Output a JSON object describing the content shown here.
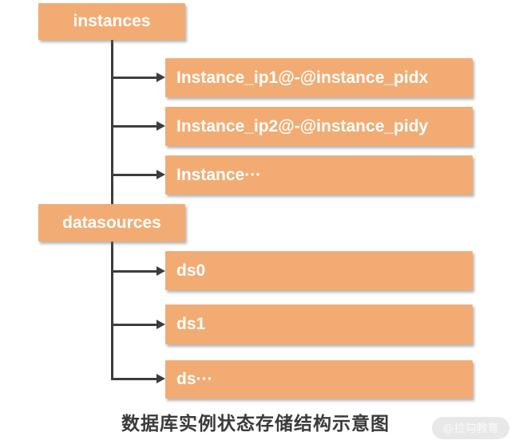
{
  "caption": "数据库实例状态存储结构示意图",
  "watermark": "@拉勾教育",
  "colors": {
    "box_fill": "#F2AC73",
    "box_text": "#FFFFFF",
    "connector_line": "#3D3D3D",
    "caption_text": "#3A3A3A",
    "watermark_bg": "#E8E8E8",
    "watermark_text": "#FAFAFA",
    "background": "#FFFFFF"
  },
  "tree": [
    {
      "label": "instances",
      "children": [
        "Instance_ip1@-@instance_pidx",
        "Instance_ip2@-@instance_pidy",
        "Instance···"
      ]
    },
    {
      "label": "datasources",
      "children": [
        "ds0",
        "ds1",
        "ds···"
      ]
    }
  ]
}
